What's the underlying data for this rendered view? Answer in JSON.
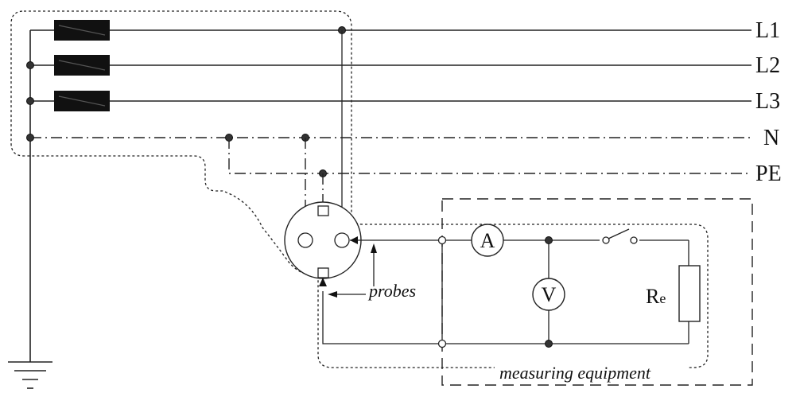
{
  "lines": {
    "l1": "L1",
    "l2": "L2",
    "l3": "L3",
    "n": "N",
    "pe": "PE"
  },
  "meters": {
    "ammeter": "A",
    "voltmeter": "V"
  },
  "resistor": {
    "symbol": "R",
    "subscript": "e"
  },
  "labels": {
    "probes": "probes",
    "equipment": "measuring equipment"
  },
  "icons": {
    "fuse": "fuse-icon",
    "ground": "ground-icon",
    "socket": "socket-icon",
    "switch": "switch-icon"
  }
}
